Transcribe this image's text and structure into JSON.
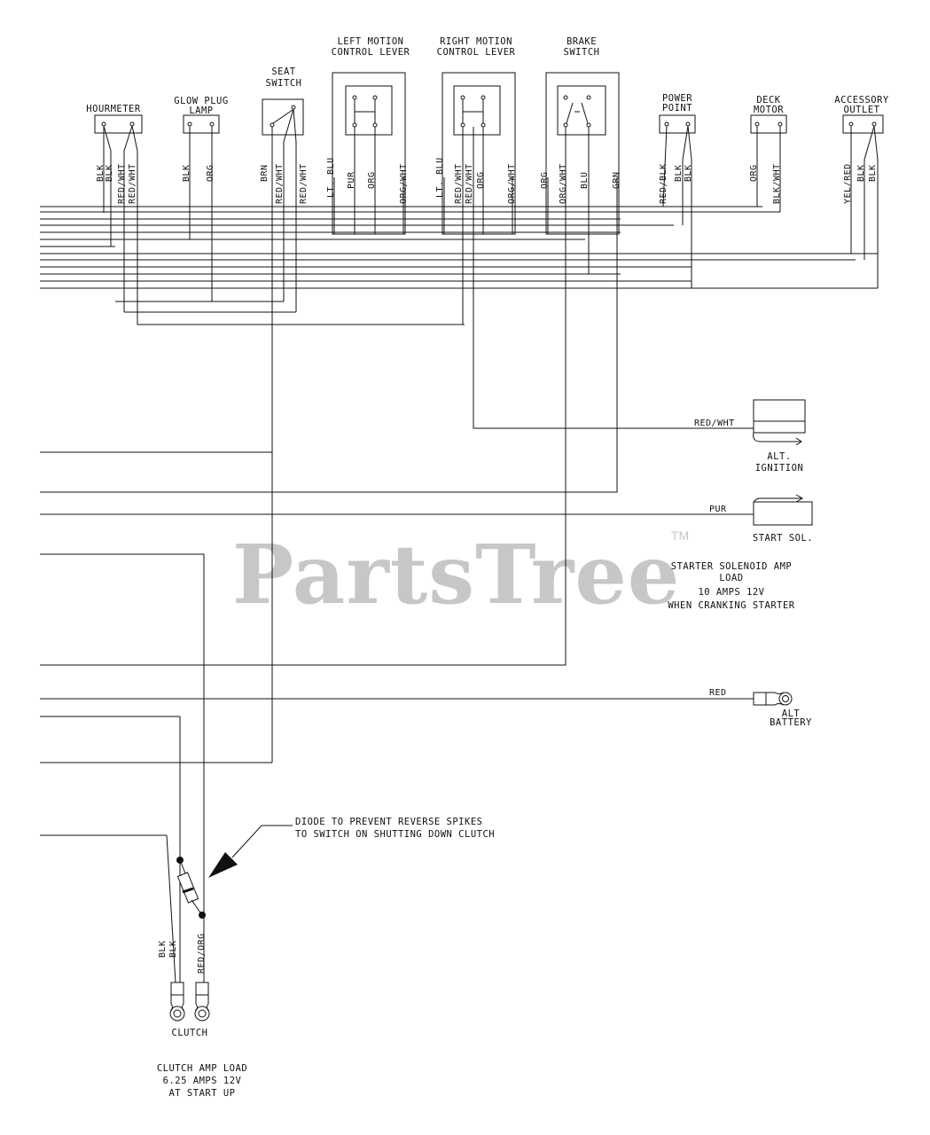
{
  "watermark": {
    "text": "PartsTree",
    "tm": "TM"
  },
  "components": {
    "hourmeter": "HOURMETER",
    "glow_plug_1": "GLOW PLUG",
    "glow_plug_2": "LAMP",
    "seat_1": "SEAT",
    "seat_2": "SWITCH",
    "left_motion_1": "LEFT MOTION",
    "left_motion_2": "CONTROL LEVER",
    "right_motion_1": "RIGHT MOTION",
    "right_motion_2": "CONTROL LEVER",
    "brake_1": "BRAKE",
    "brake_2": "SWITCH",
    "power_point_1": "POWER",
    "power_point_2": "POINT",
    "deck_motor_1": "DECK",
    "deck_motor_2": "MOTOR",
    "accessory_1": "ACCESSORY",
    "accessory_2": "OUTLET",
    "alt_ignition_1": "ALT.",
    "alt_ignition_2": "IGNITION",
    "start_sol": "START SOL.",
    "alt_battery_1": "ALT",
    "alt_battery_2": "BATTERY",
    "clutch": "CLUTCH"
  },
  "wire_labels": {
    "hm_blk_1": "BLK",
    "hm_blk_2": "BLK",
    "hm_redwht_1": "RED/WHT",
    "hm_redwht_2": "RED/WHT",
    "gp_blk": "BLK",
    "gp_org": "ORG",
    "ss_brn": "BRN",
    "ss_redwht_1": "RED/WHT",
    "ss_redwht_2": "RED/WHT",
    "lm_ltblu": "LT. BLU",
    "lm_pur": "PUR",
    "lm_org": "ORG",
    "lm_orgwht": "ORG/WHT",
    "rm_ltblu": "LT. BLU",
    "rm_redwht_1": "RED/WHT",
    "rm_redwht_2": "RED/WHT",
    "rm_org": "ORG",
    "rm_orgwht": "ORG/WHT",
    "bs_org": "ORG",
    "bs_orgwht": "ORG/WHT",
    "bs_blu": "BLU",
    "bs_grn": "GRN",
    "pp_redblk": "RED/BLK",
    "pp_blk_1": "BLK",
    "pp_blk_2": "BLK",
    "dm_org": "ORG",
    "dm_blkwht": "BLK/WHT",
    "ao_yelred": "YEL/RED",
    "ao_blk_1": "BLK",
    "ao_blk_2": "BLK",
    "alt_ign_wire": "RED/WHT",
    "start_wire": "PUR",
    "battery_wire": "RED",
    "clutch_blk_1": "BLK",
    "clutch_blk_2": "BLK",
    "clutch_redorg": "RED/ORG"
  },
  "notes": {
    "starter_1": "STARTER SOLENOID AMP",
    "starter_2": "LOAD",
    "starter_3": "10 AMPS 12V",
    "starter_4": "WHEN CRANKING STARTER",
    "diode_1": "DIODE TO PREVENT REVERSE SPIKES",
    "diode_2": "TO SWITCH ON SHUTTING DOWN CLUTCH",
    "clutch_1": "CLUTCH AMP LOAD",
    "clutch_2": "6.25 AMPS 12V",
    "clutch_3": "AT START UP"
  }
}
